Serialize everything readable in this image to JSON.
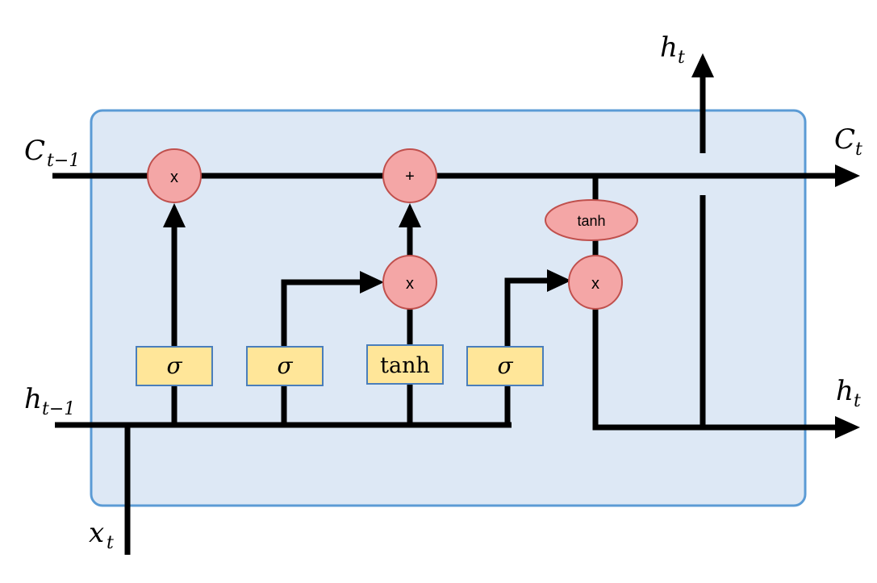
{
  "labels": {
    "c_prev": "C",
    "c_prev_sub": "t−1",
    "c_out": "C",
    "c_out_sub": "t",
    "h_prev": "h",
    "h_prev_sub": "t−1",
    "h_out_right": "h",
    "h_out_right_sub": "t",
    "h_out_top": "h",
    "h_out_top_sub": "t",
    "x_in": "x",
    "x_in_sub": "t"
  },
  "operators": {
    "forget_multiply": "x",
    "cell_add": "+",
    "input_multiply": "x",
    "output_multiply": "x",
    "cell_tanh": "tanh"
  },
  "gates": {
    "forget": "σ",
    "input": "σ",
    "candidate": "tanh",
    "output": "σ"
  },
  "colors": {
    "cell_fill": "#dde8f5",
    "cell_border": "#5b9bd5",
    "operator_fill": "#f4a6a6",
    "operator_border": "#c0504d",
    "gate_fill": "#ffe699",
    "gate_border": "#4a7ebb"
  }
}
